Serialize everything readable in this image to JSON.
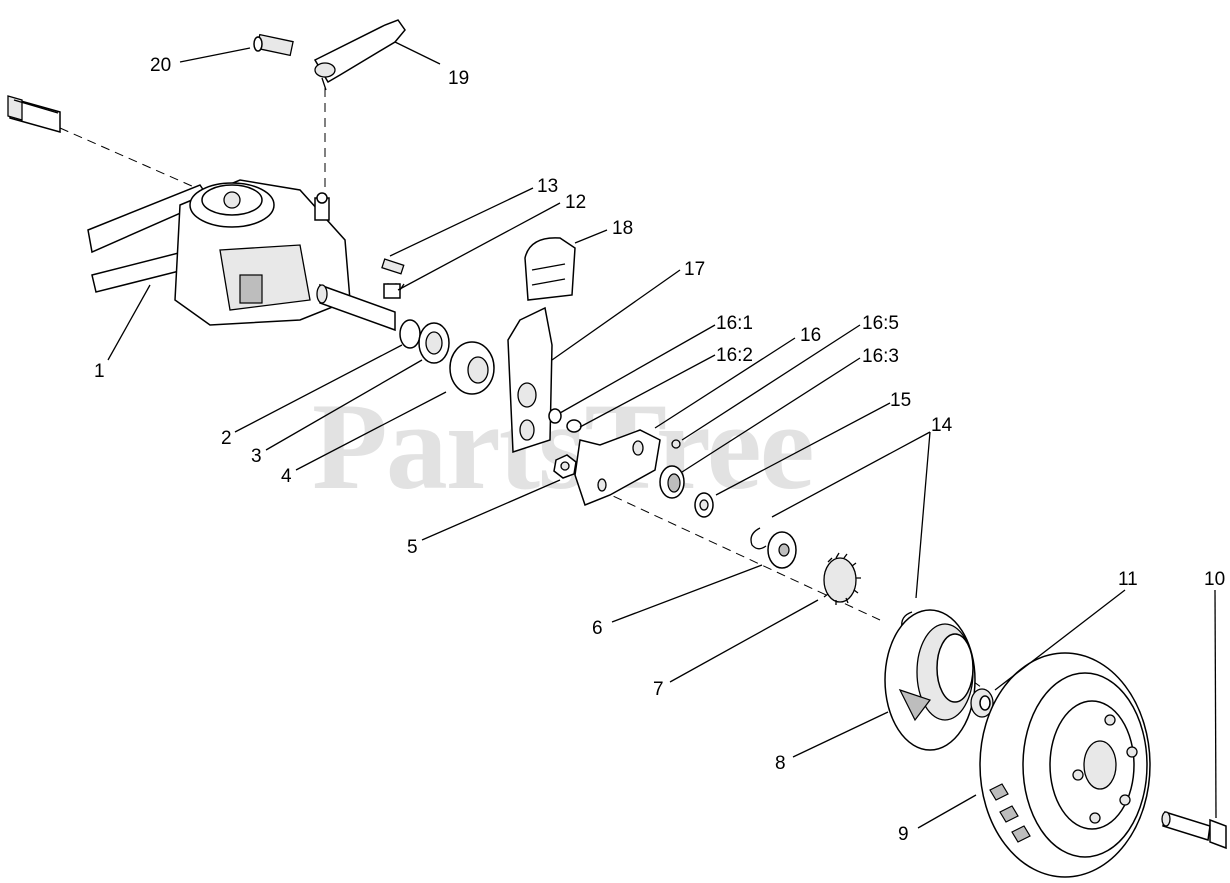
{
  "watermark": "PartsTree",
  "callouts": [
    {
      "id": "1",
      "text": "1"
    },
    {
      "id": "2",
      "text": "2"
    },
    {
      "id": "3",
      "text": "3"
    },
    {
      "id": "4",
      "text": "4"
    },
    {
      "id": "5",
      "text": "5"
    },
    {
      "id": "6",
      "text": "6"
    },
    {
      "id": "7",
      "text": "7"
    },
    {
      "id": "8",
      "text": "8"
    },
    {
      "id": "9",
      "text": "9"
    },
    {
      "id": "10",
      "text": "10"
    },
    {
      "id": "11",
      "text": "11"
    },
    {
      "id": "12",
      "text": "12"
    },
    {
      "id": "13",
      "text": "13"
    },
    {
      "id": "14",
      "text": "14"
    },
    {
      "id": "15",
      "text": "15"
    },
    {
      "id": "16",
      "text": "16"
    },
    {
      "id": "16_1",
      "text": "16:1"
    },
    {
      "id": "16_2",
      "text": "16:2"
    },
    {
      "id": "16_3",
      "text": "16:3"
    },
    {
      "id": "16_5",
      "text": "16:5"
    },
    {
      "id": "17",
      "text": "17"
    },
    {
      "id": "18",
      "text": "18"
    },
    {
      "id": "19",
      "text": "19"
    },
    {
      "id": "20",
      "text": "20"
    }
  ]
}
